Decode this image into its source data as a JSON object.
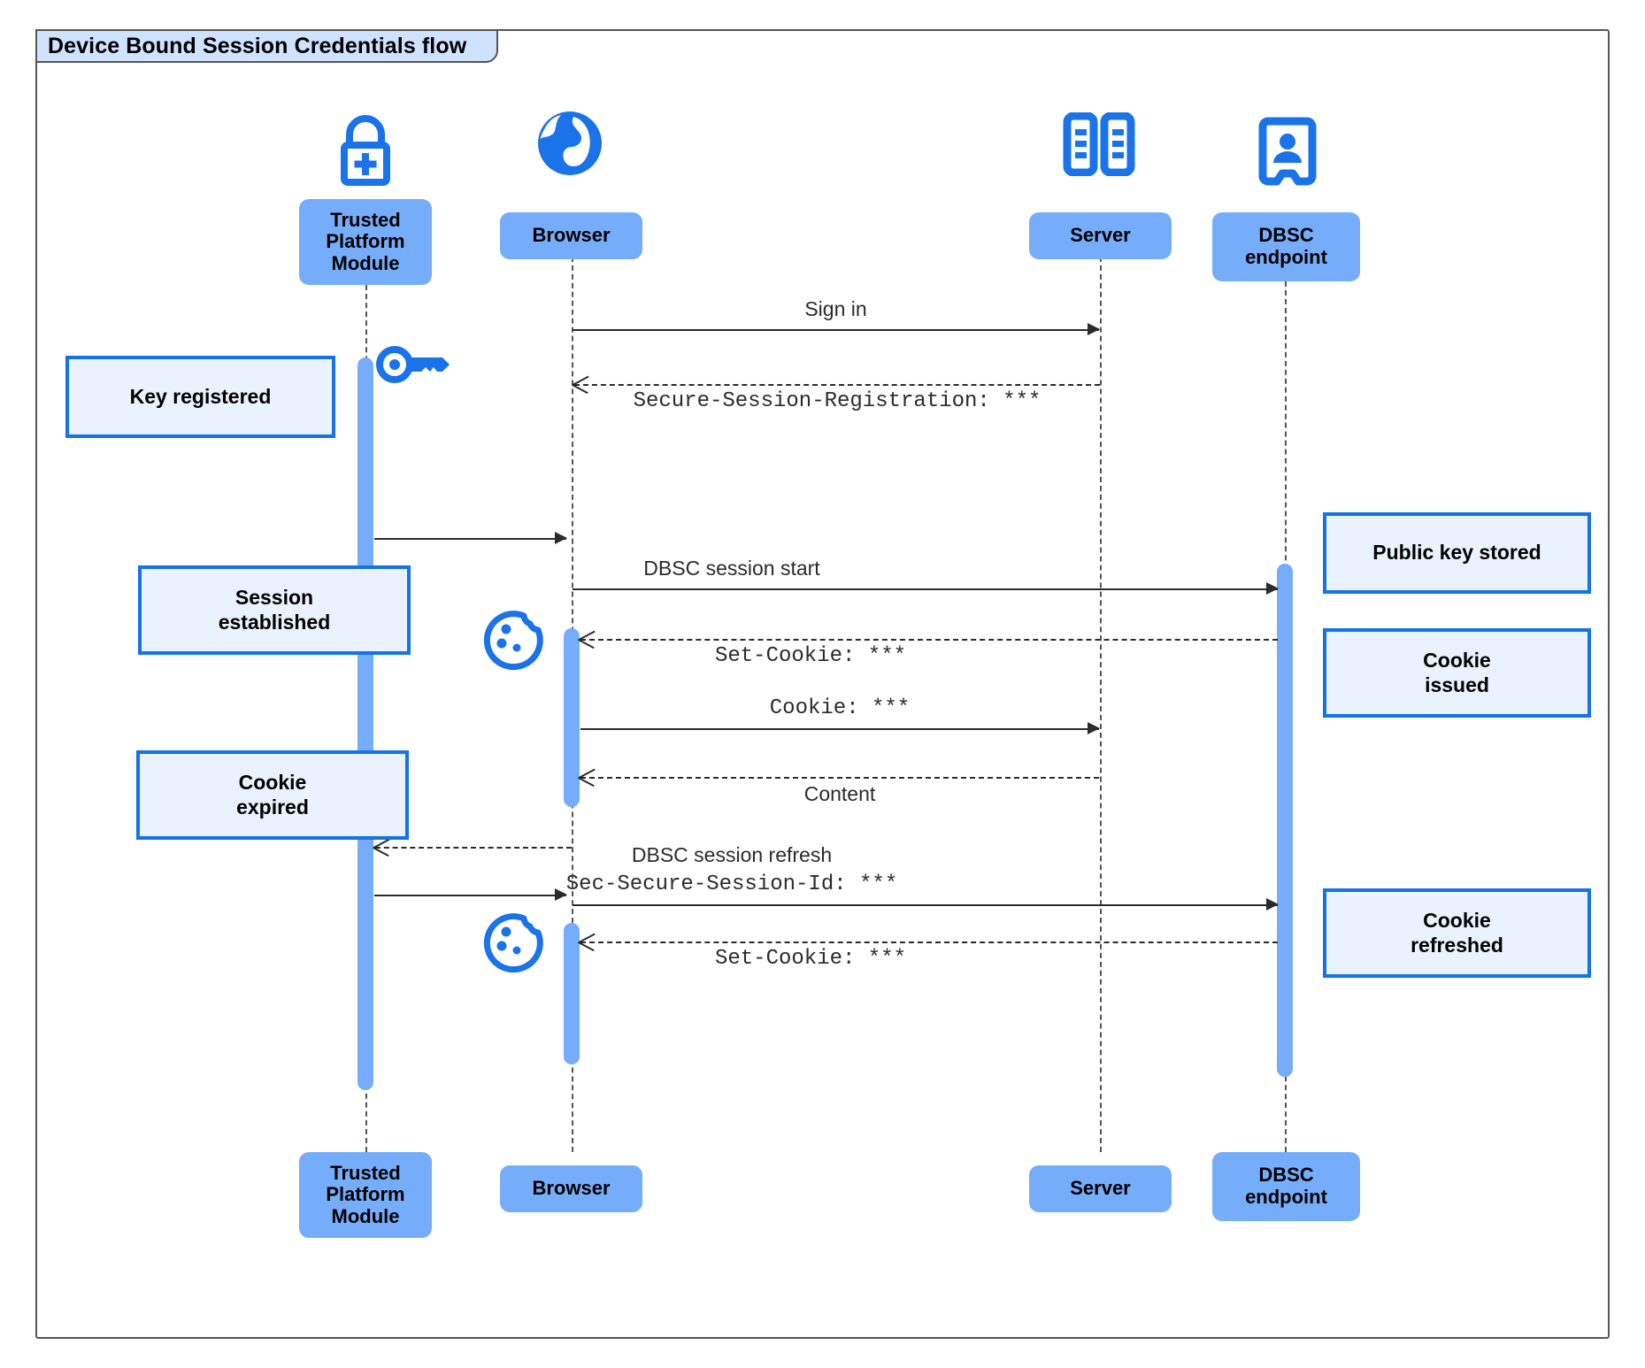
{
  "diagram": {
    "title": "Device Bound Session Credentials flow",
    "type": "uml-sequence-diagram",
    "colors": {
      "participant_fill": "#76ADFB",
      "note_fill": "#EAF2FE",
      "note_border": "#1473E6",
      "icon_blue": "#1A73E8",
      "activation_fill": "#76ADFB",
      "title_fill": "#CFE2FF",
      "frame_border": "#555555",
      "line": "#2B2B2B"
    }
  },
  "participants": [
    {
      "id": "tpm",
      "label": "Trusted\nPlatform\nModule",
      "icon": "lock-plus-icon"
    },
    {
      "id": "browser",
      "label": "Browser",
      "icon": "globe-icon"
    },
    {
      "id": "server",
      "label": "Server",
      "icon": "server-racks-icon"
    },
    {
      "id": "dbsc",
      "label": "DBSC\nendpoint",
      "icon": "id-badge-icon"
    }
  ],
  "participants_footer": [
    {
      "id": "tpm",
      "label": "Trusted\nPlatform\nModule"
    },
    {
      "id": "browser",
      "label": "Browser"
    },
    {
      "id": "server",
      "label": "Server"
    },
    {
      "id": "dbsc",
      "label": "DBSC\nendpoint"
    }
  ],
  "messages": [
    {
      "id": "m1",
      "from": "browser",
      "to": "server",
      "label": "Sign in",
      "style": "solid",
      "font": "sans"
    },
    {
      "id": "m2",
      "from": "server",
      "to": "browser",
      "label": "Secure-Session-Registration: ***",
      "style": "dashed",
      "font": "mono"
    },
    {
      "id": "m3",
      "from": "tpm",
      "to": "browser",
      "label": "",
      "style": "solid",
      "font": "sans"
    },
    {
      "id": "m4",
      "from": "browser",
      "to": "dbsc",
      "label": "DBSC session start",
      "style": "solid",
      "font": "sans"
    },
    {
      "id": "m5",
      "from": "dbsc",
      "to": "browser",
      "label": "Set-Cookie: ***",
      "style": "dashed",
      "font": "mono"
    },
    {
      "id": "m6",
      "from": "browser",
      "to": "server",
      "label": "Cookie: ***",
      "style": "solid",
      "font": "mono"
    },
    {
      "id": "m7",
      "from": "server",
      "to": "browser",
      "label": "Content",
      "style": "dashed",
      "font": "sans"
    },
    {
      "id": "m8",
      "from": "browser",
      "to": "tpm",
      "label": "",
      "style": "dashed",
      "font": "sans"
    },
    {
      "id": "m9",
      "from": "tpm",
      "to": "dbsc",
      "label": "DBSC session refresh\nSec-Secure-Session-Id: ***",
      "style": "solid",
      "font": "mixed",
      "label_line1": "DBSC session refresh",
      "label_line2": "Sec-Secure-Session-Id: ***"
    },
    {
      "id": "m10",
      "from": "dbsc",
      "to": "browser",
      "label": "Set-Cookie: ***",
      "style": "dashed",
      "font": "mono"
    }
  ],
  "notes": [
    {
      "id": "n1",
      "text": "Key registered",
      "side": "left",
      "anchor": "tpm"
    },
    {
      "id": "n2",
      "text": "Session\nestablished",
      "side": "left",
      "anchor": "tpm"
    },
    {
      "id": "n3",
      "text": "Cookie\nexpired",
      "side": "left",
      "anchor": "tpm"
    },
    {
      "id": "n4",
      "text": "Public key stored",
      "side": "right",
      "anchor": "dbsc"
    },
    {
      "id": "n5",
      "text": "Cookie\nissued",
      "side": "right",
      "anchor": "dbsc"
    },
    {
      "id": "n6",
      "text": "Cookie\nrefreshed",
      "side": "right",
      "anchor": "dbsc"
    }
  ],
  "decorative_icons": [
    {
      "id": "key1",
      "name": "key-icon",
      "near": "tpm-activation-start"
    },
    {
      "id": "cookie1",
      "name": "cookie-icon",
      "near": "browser-activation-set-cookie"
    },
    {
      "id": "cookie2",
      "name": "cookie-icon",
      "near": "browser-activation-refresh"
    }
  ]
}
